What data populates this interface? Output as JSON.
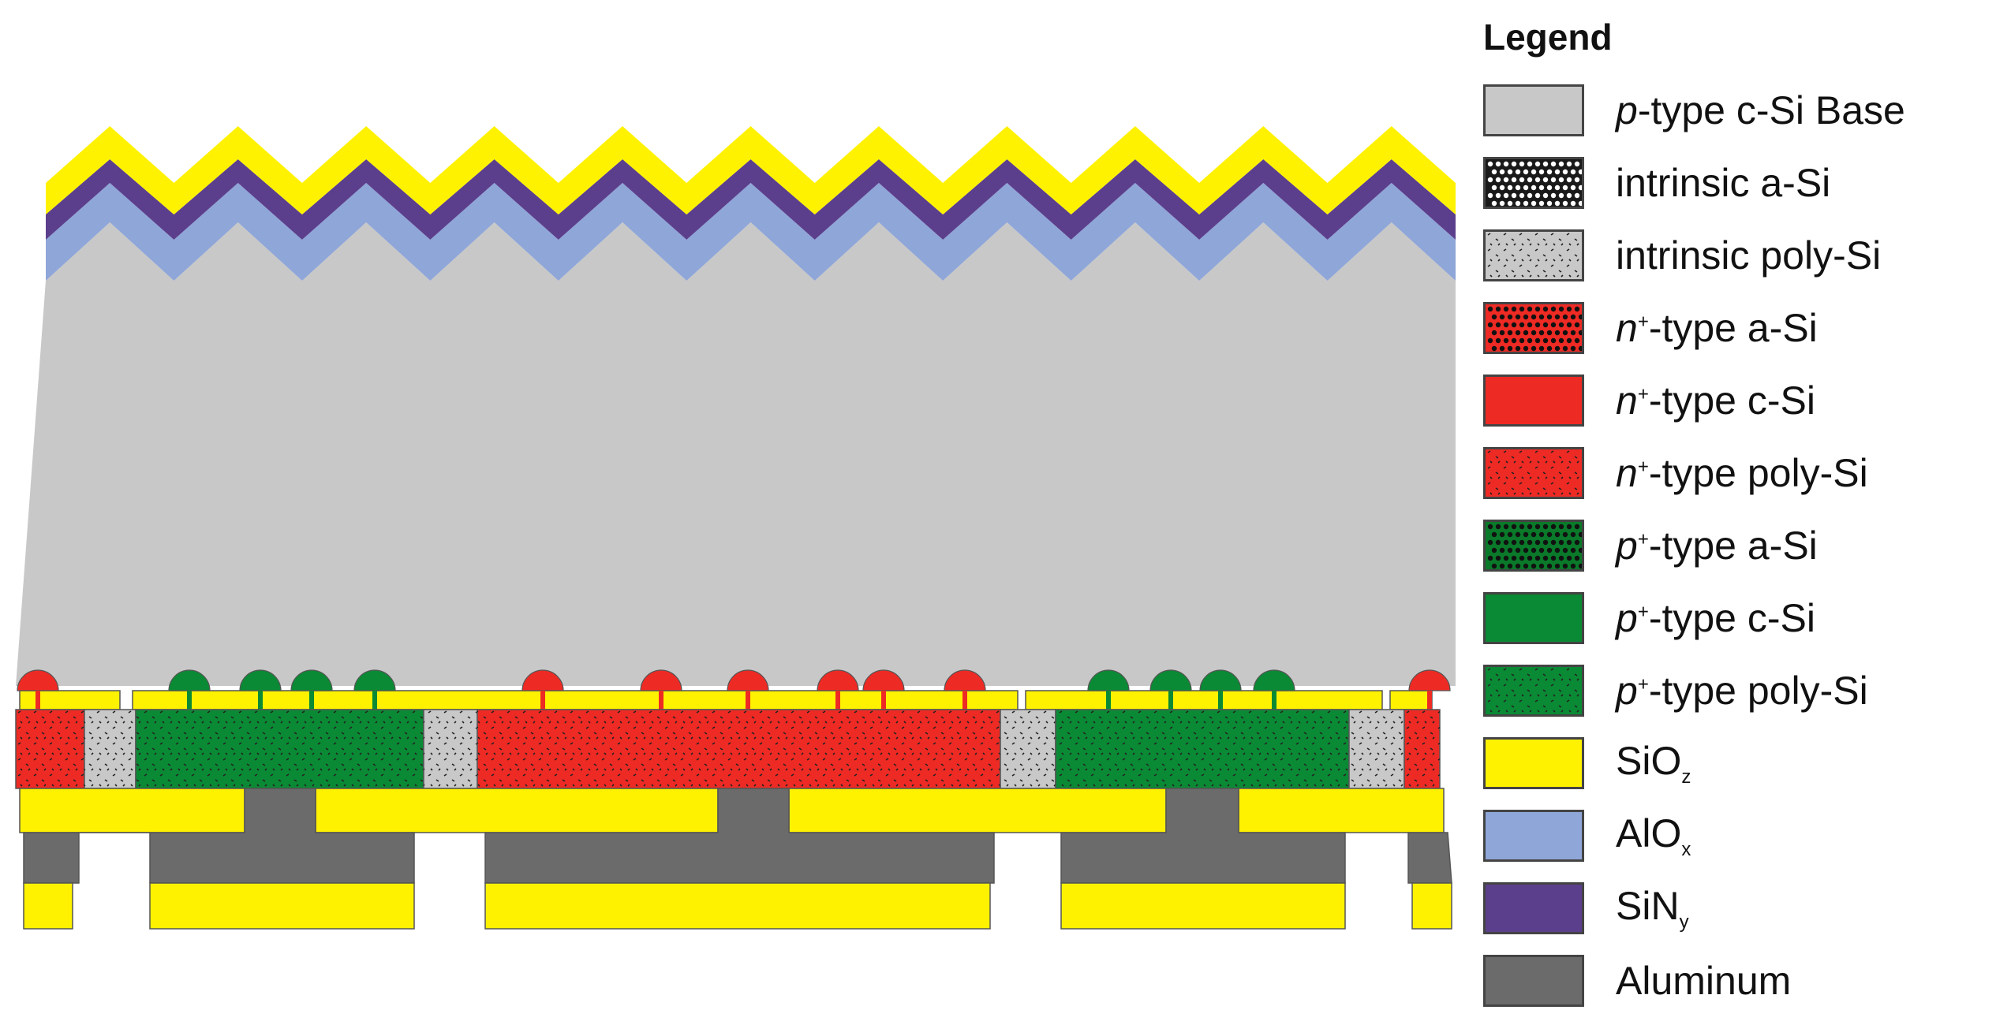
{
  "legend": {
    "title": "Legend",
    "items": [
      {
        "key": "p-base",
        "italic": "p",
        "sup": "",
        "rest": "-type c-Si Base",
        "sub": "",
        "color": "#c8c8c8",
        "pattern": "solid"
      },
      {
        "key": "i-asi",
        "italic": "",
        "sup": "",
        "rest": "intrinsic a-Si",
        "sub": "",
        "color": "#1a1a1a",
        "pattern": "dots"
      },
      {
        "key": "i-poly",
        "italic": "",
        "sup": "",
        "rest": "intrinsic poly-Si",
        "sub": "",
        "color": "#c8c8c8",
        "pattern": "speckle"
      },
      {
        "key": "n-asi",
        "italic": "n",
        "sup": "+",
        "rest": "-type a-Si",
        "sub": "",
        "color": "#ee2a24",
        "pattern": "dots"
      },
      {
        "key": "n-csi",
        "italic": "n",
        "sup": "+",
        "rest": "-type c-Si",
        "sub": "",
        "color": "#ee2a24",
        "pattern": "solid"
      },
      {
        "key": "n-poly",
        "italic": "n",
        "sup": "+",
        "rest": "-type poly-Si",
        "sub": "",
        "color": "#ee2a24",
        "pattern": "speckle"
      },
      {
        "key": "p-asi",
        "italic": "p",
        "sup": "+",
        "rest": "-type a-Si",
        "sub": "",
        "color": "#0a7a2a",
        "pattern": "dots"
      },
      {
        "key": "p-csi",
        "italic": "p",
        "sup": "+",
        "rest": "-type c-Si",
        "sub": "",
        "color": "#0a8a34",
        "pattern": "solid"
      },
      {
        "key": "p-poly",
        "italic": "p",
        "sup": "+",
        "rest": "-type poly-Si",
        "sub": "",
        "color": "#0a8a34",
        "pattern": "speckle"
      },
      {
        "key": "sio",
        "italic": "",
        "sup": "",
        "rest": "SiO",
        "sub": "z",
        "color": "#fff200",
        "pattern": "solid"
      },
      {
        "key": "alo",
        "italic": "",
        "sup": "",
        "rest": "AlO",
        "sub": "x",
        "color": "#8fa6d8",
        "pattern": "solid"
      },
      {
        "key": "sin",
        "italic": "",
        "sup": "",
        "rest": "SiN",
        "sub": "y",
        "color": "#5c3f8c",
        "pattern": "solid"
      },
      {
        "key": "al",
        "italic": "",
        "sup": "",
        "rest": "Aluminum",
        "sub": "",
        "color": "#6b6b6b",
        "pattern": "solid"
      }
    ]
  },
  "colors": {
    "base": "#c8c8c8",
    "sio": "#fff200",
    "alo": "#8fa6d8",
    "sin": "#5c3f8c",
    "n": "#ee2a24",
    "p": "#0a8a34",
    "intrinsic": "#c8c8c8",
    "aluminum": "#6b6b6b",
    "outline": "#555555"
  },
  "poly_regions": [
    "n",
    "intrinsic",
    "p",
    "intrinsic",
    "n",
    "intrinsic",
    "p",
    "intrinsic",
    "n"
  ],
  "contact_dots": [
    "n",
    "p",
    "p",
    "p",
    "p",
    "n",
    "n",
    "n",
    "n",
    "n",
    "n",
    "p",
    "p",
    "p",
    "p",
    "n"
  ]
}
